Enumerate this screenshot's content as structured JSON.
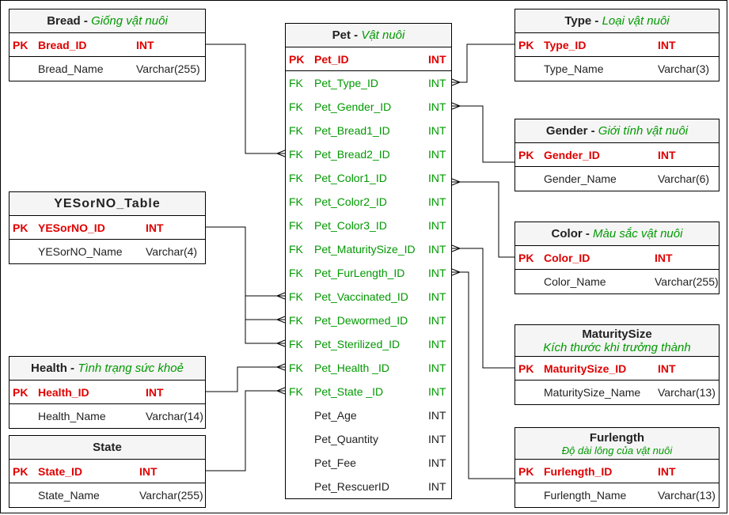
{
  "tables": {
    "bread": {
      "name": "Bread",
      "vi": "Giống vật nuôi",
      "rows": [
        {
          "key": "PK",
          "field": "Bread_ID",
          "type": "INT"
        },
        {
          "key": "",
          "field": "Bread_Name",
          "type": "Varchar(255)"
        }
      ]
    },
    "yesorno": {
      "name": "YESorNO_Table",
      "vi": "",
      "rows": [
        {
          "key": "PK",
          "field": "YESorNO_ID",
          "type": "INT"
        },
        {
          "key": "",
          "field": "YESorNO_Name",
          "type": "Varchar(4)"
        }
      ]
    },
    "health": {
      "name": "Health",
      "vi": "Tình trạng sức khoẻ",
      "rows": [
        {
          "key": "PK",
          "field": "Health_ID",
          "type": "INT"
        },
        {
          "key": "",
          "field": "Health_Name",
          "type": "Varchar(14)"
        }
      ]
    },
    "state": {
      "name": "State",
      "vi": "",
      "rows": [
        {
          "key": "PK",
          "field": "State_ID",
          "type": "INT"
        },
        {
          "key": "",
          "field": "State_Name",
          "type": "Varchar(255)"
        }
      ]
    },
    "pet": {
      "name": "Pet",
      "vi": "Vật nuôi",
      "rows": [
        {
          "key": "PK",
          "field": "Pet_ID",
          "type": "INT"
        },
        {
          "key": "FK",
          "field": "Pet_Type_ID",
          "type": "INT"
        },
        {
          "key": "FK",
          "field": "Pet_Gender_ID",
          "type": "INT"
        },
        {
          "key": "FK",
          "field": "Pet_Bread1_ID",
          "type": "INT"
        },
        {
          "key": "FK",
          "field": "Pet_Bread2_ID",
          "type": "INT"
        },
        {
          "key": "FK",
          "field": "Pet_Color1_ID",
          "type": "INT"
        },
        {
          "key": "FK",
          "field": "Pet_Color2_ID",
          "type": "INT"
        },
        {
          "key": "FK",
          "field": "Pet_Color3_ID",
          "type": "INT"
        },
        {
          "key": "FK",
          "field": "Pet_MaturitySize_ID",
          "type": "INT"
        },
        {
          "key": "FK",
          "field": "Pet_FurLength_ID",
          "type": "INT"
        },
        {
          "key": "FK",
          "field": "Pet_Vaccinated_ID",
          "type": "INT"
        },
        {
          "key": "FK",
          "field": "Pet_Dewormed_ID",
          "type": "INT"
        },
        {
          "key": "FK",
          "field": "Pet_Sterilized_ID",
          "type": "INT"
        },
        {
          "key": "FK",
          "field": "Pet_Health _ID",
          "type": "INT"
        },
        {
          "key": "FK",
          "field": "Pet_State _ID",
          "type": "INT"
        },
        {
          "key": "",
          "field": "Pet_Age",
          "type": "INT"
        },
        {
          "key": "",
          "field": "Pet_Quantity",
          "type": "INT"
        },
        {
          "key": "",
          "field": "Pet_Fee",
          "type": "INT"
        },
        {
          "key": "",
          "field": "Pet_RescuerID",
          "type": "INT"
        }
      ]
    },
    "type": {
      "name": "Type",
      "vi": "Loại vật nuôi",
      "rows": [
        {
          "key": "PK",
          "field": "Type_ID",
          "type": "INT"
        },
        {
          "key": "",
          "field": "Type_Name",
          "type": "Varchar(3)"
        }
      ]
    },
    "gender": {
      "name": "Gender",
      "vi": "Giới tính vật nuôi",
      "rows": [
        {
          "key": "PK",
          "field": "Gender_ID",
          "type": "INT"
        },
        {
          "key": "",
          "field": "Gender_Name",
          "type": "Varchar(6)"
        }
      ]
    },
    "color": {
      "name": "Color",
      "vi": "Màu sắc vật nuôi",
      "rows": [
        {
          "key": "PK",
          "field": "Color_ID",
          "type": "INT"
        },
        {
          "key": "",
          "field": "Color_Name",
          "type": "Varchar(255)"
        }
      ]
    },
    "maturity": {
      "name": "MaturitySize",
      "vi": "Kích thước khi trưởng thành",
      "rows": [
        {
          "key": "PK",
          "field": "MaturitySize_ID",
          "type": "INT"
        },
        {
          "key": "",
          "field": "MaturitySize_Name",
          "type": "Varchar(13)"
        }
      ]
    },
    "furlength": {
      "name": "Furlength",
      "vi": "Độ dài lông của vật nuôi",
      "rows": [
        {
          "key": "PK",
          "field": "Furlength_ID",
          "type": "INT"
        },
        {
          "key": "",
          "field": "Furlength_Name",
          "type": "Varchar(13)"
        }
      ]
    }
  },
  "colors": {
    "pk": "#e00000",
    "fk": "#009900",
    "header_bg": "#f5f5f5",
    "line": "#000000"
  }
}
